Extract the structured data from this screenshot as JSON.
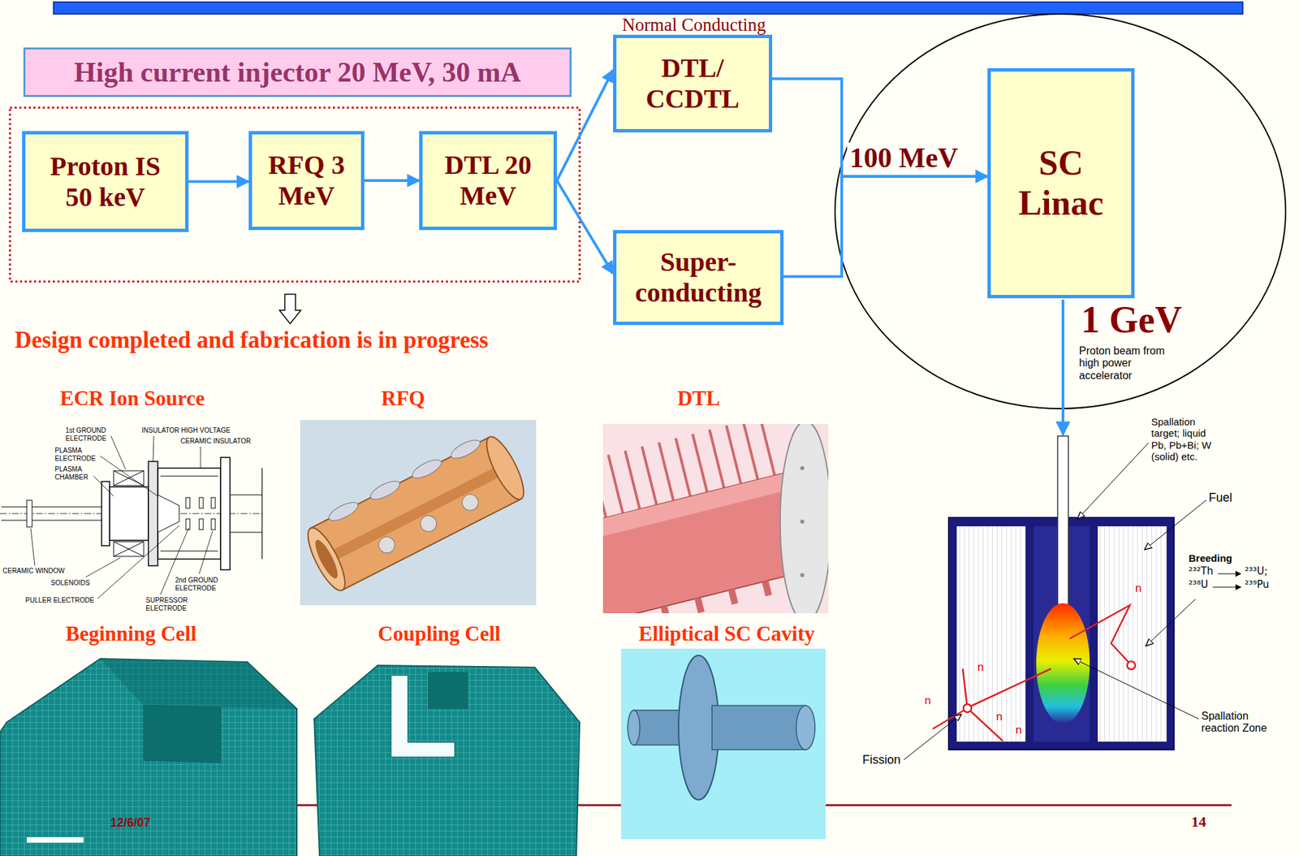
{
  "diagram": {
    "nodes": [
      {
        "text": [
          "High current injector 20 MeV, 30 mA"
        ]
      },
      {
        "text": [
          "Proton IS 50 keV"
        ]
      },
      {
        "text": [
          "RFQ 3 MeV"
        ]
      },
      {
        "text": [
          "DTL 20 MeV"
        ]
      },
      {
        "text": [
          "DTL/ CCDTL"
        ]
      },
      {
        "text": [
          "Super- conducting"
        ]
      },
      {
        "text": [
          "SC Linac"
        ]
      }
    ],
    "edges": [
      {
        "from": 1,
        "to": 2,
        "arrow": "to"
      },
      {
        "from": 2,
        "to": 3,
        "arrow": "to"
      },
      {
        "from": 3,
        "to": 4,
        "arrow": "to"
      },
      {
        "from": 3,
        "to": 5,
        "arrow": "to"
      },
      {
        "from": 4,
        "to": 6,
        "label": "100 MeV",
        "arrow": "to"
      },
      {
        "from": 5,
        "to": 6,
        "arrow": "to"
      }
    ],
    "labels": [
      "Normal Conducting",
      "Design completed and fabrication is in progress",
      "ECR Ion Source",
      "RFQ",
      "DTL",
      "1 GeV",
      "Proton beam from high power accelerator",
      "1st GROUND ELECTRODE",
      "INSULATOR HIGH VOLTAGE",
      "CERAMIC INSULATOR",
      "PLASMA ELECTRODE",
      "PLASMA CHAMBER",
      "CERAMIC WINDOW",
      "SOLENOIDS",
      "2nd GROUND ELECTRODE",
      "PULLER ELECTRODE",
      "SUPRESSOR ELECTRODE",
      "Spallation target; liquid Pb, Pb+Bi; W (solid) etc.",
      "Fuel",
      "Breeding",
      "²³²Th",
      "²³³U;",
      "²³⁸U",
      "²³⁹Pu",
      "n",
      "n",
      "n",
      "n",
      "n",
      "Spallation reaction Zone",
      "Fission",
      "Beginning Cell",
      "Coupling Cell",
      "Elliptical SC Cavity",
      "12/6/07",
      "14"
    ]
  }
}
